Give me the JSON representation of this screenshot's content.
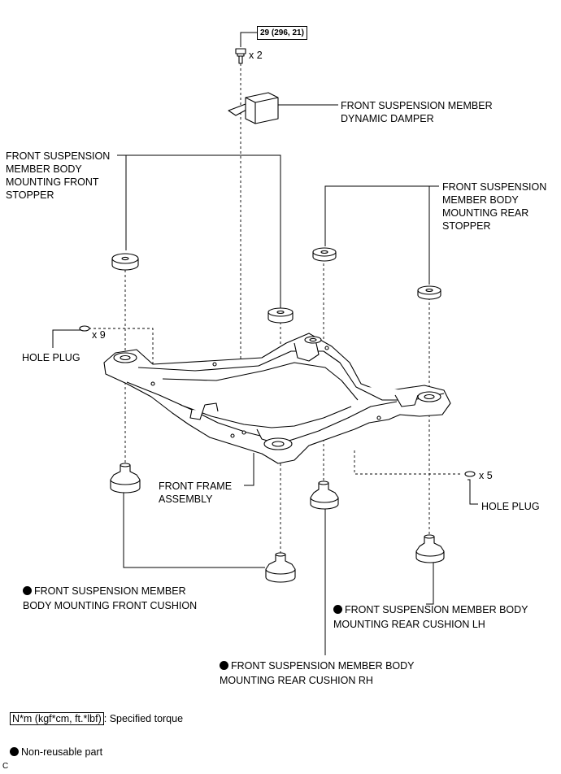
{
  "torque": {
    "value": "29 (296, 21)"
  },
  "quantities": {
    "damper_bolt": "x 2",
    "hole_plug_left": "x 9",
    "hole_plug_right": "x 5"
  },
  "labels": {
    "dynamic_damper": "FRONT SUSPENSION MEMBER\nDYNAMIC DAMPER",
    "front_stopper": "FRONT SUSPENSION\nMEMBER BODY\nMOUNTING FRONT\nSTOPPER",
    "rear_stopper": "FRONT SUSPENSION\nMEMBER BODY\nMOUNTING REAR\nSTOPPER",
    "hole_plug_left": "HOLE PLUG",
    "hole_plug_right": "HOLE PLUG",
    "front_frame": "FRONT FRAME\nASSEMBLY",
    "front_cushion": "FRONT SUSPENSION MEMBER\nBODY MOUNTING FRONT CUSHION",
    "rear_cushion_lh": "FRONT SUSPENSION MEMBER BODY\nMOUNTING REAR CUSHION LH",
    "rear_cushion_rh": "FRONT SUSPENSION MEMBER BODY\nMOUNTING REAR CUSHION RH"
  },
  "legend": {
    "torque_unit": "N*m (kgf*cm, ft.*lbf)",
    "torque_desc": ": Specified torque",
    "non_reusable": "Non-reusable part"
  },
  "footer": {
    "code": "C"
  }
}
